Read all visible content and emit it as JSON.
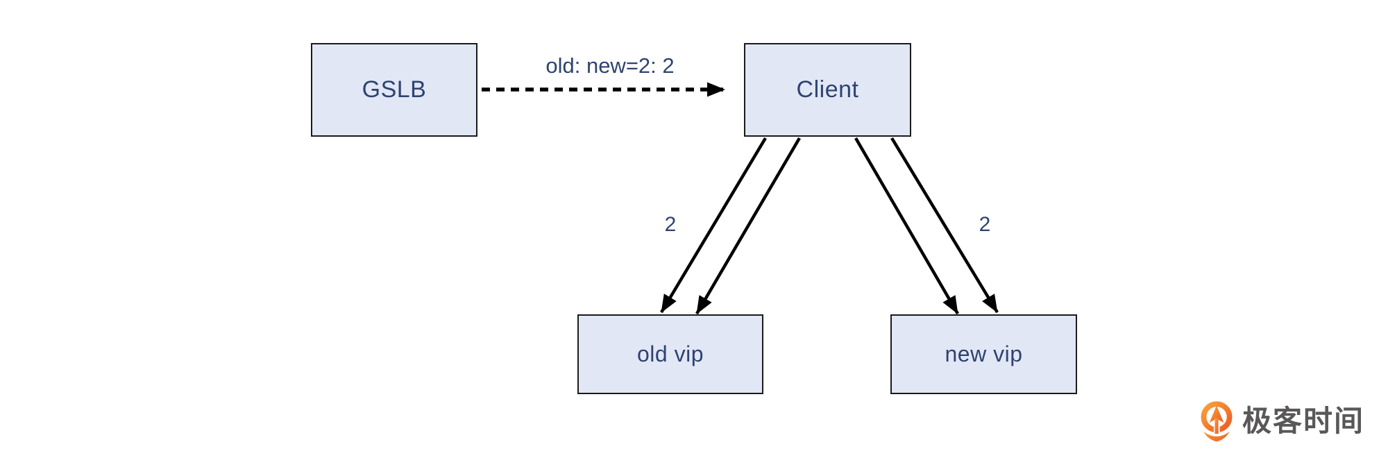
{
  "diagram": {
    "nodes": [
      {
        "id": "gslb",
        "label": "GSLB"
      },
      {
        "id": "client",
        "label": "Client"
      },
      {
        "id": "old-vip",
        "label": "old vip"
      },
      {
        "id": "new-vip",
        "label": "new vip"
      }
    ],
    "edges": [
      {
        "from": "gslb",
        "to": "client",
        "style": "dashed",
        "label": "old: new=2: 2"
      },
      {
        "from": "client",
        "to": "old-vip",
        "style": "solid",
        "line_count": 2,
        "label": "2"
      },
      {
        "from": "client",
        "to": "new-vip",
        "style": "solid",
        "line_count": 2,
        "label": "2"
      }
    ],
    "colors": {
      "background": "#ffffff",
      "node_fill": "#e2e7f6",
      "node_border": "#1a1a1a",
      "node_text": "#2e4370",
      "edge_stroke": "#000000",
      "edge_label_text": "#2e4370"
    }
  },
  "branding": {
    "logo_text": "极客时间",
    "logo_orange": "#ee5b22",
    "logo_orange_light": "#f9a13b",
    "logo_text_color": "#595757"
  }
}
